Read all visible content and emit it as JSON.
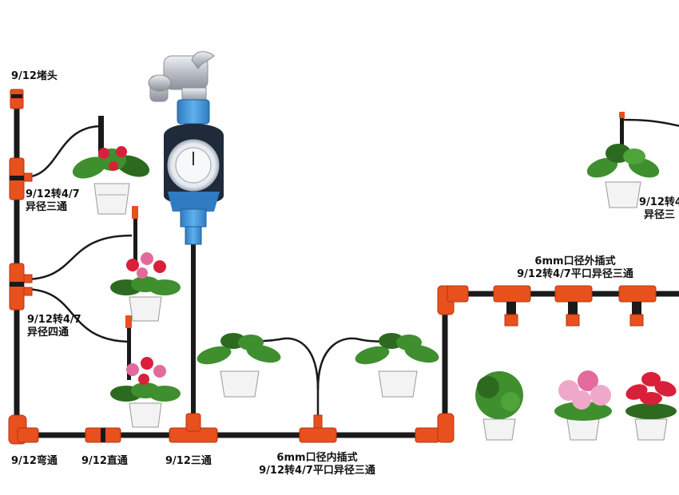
{
  "labels": {
    "end_cap": "9/12堵头",
    "reducing_tee_left_line1": "9/12转4/7",
    "reducing_tee_left_line2": "异径三通",
    "reducing_cross_line1": "9/12转4/7",
    "reducing_cross_line2": "异径四通",
    "elbow": "9/12弯通",
    "straight": "9/12直通",
    "tee": "9/12三通",
    "inner_insert_line1": "6mm口径内插式",
    "inner_insert_line2": "9/12转4/7平口异径三通",
    "outer_insert_line1": "6mm口径外插式",
    "outer_insert_line2": "9/12转4/7平口异径三通",
    "reducing_tee_right_line1": "9/12转4",
    "reducing_tee_right_line2": "异径三"
  },
  "colors": {
    "pipe": "#1a1a1a",
    "fitting": "#e8501e",
    "fitting_dark": "#b8360d",
    "timer_blue": "#3a8fd6",
    "timer_dark": "#1f2a3a",
    "faucet": "#c9ccd1",
    "leaf": "#3f8f2e",
    "leaf_dark": "#2c6b1f",
    "flower_red": "#d8203a",
    "flower_pink": "#e46a9c",
    "flower_light_pink": "#f0a8c8",
    "pot": "#f3f3f3"
  },
  "icons": [
    "faucet-icon",
    "water-timer-icon",
    "potted-plant-icon",
    "drip-emitter-icon"
  ]
}
